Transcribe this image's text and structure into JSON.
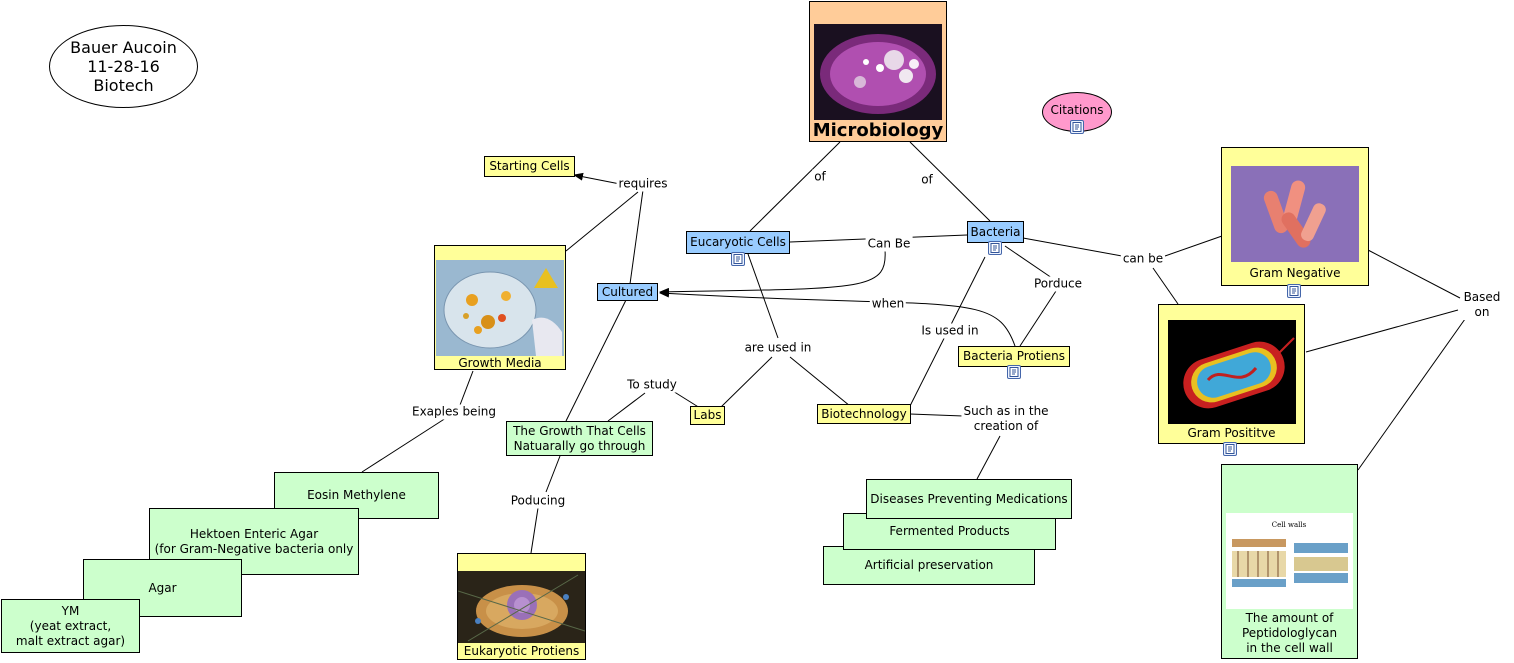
{
  "author_card": {
    "text": "Bauer Aucoin\n11-28-16\nBiotech"
  },
  "nodes": {
    "microbiology": "Microbiology",
    "citations": "Citations",
    "starting_cells": "Starting Cells",
    "growth_media": "Growth Media",
    "eucaryotic_cells": "Eucaryotic Cells",
    "bacteria": "Bacteria",
    "cultured": "Cultured",
    "gram_negative": "Gram Negative",
    "gram_positive": "Gram Posititve",
    "bacteria_protiens": "Bacteria Protiens",
    "labs": "Labs",
    "biotechnology": "Biotechnology",
    "growth_cells": "The Growth That Cells\nNatuarally go through",
    "eosin": "Eosin Methylene",
    "hektoen": "Hektoen Enteric Agar\n(for Gram-Negative bacteria only",
    "agar": "Agar",
    "ym": "YM\n(yeat extract,\nmalt extract agar)",
    "eukaryotic_protiens": "Eukaryotic Protiens",
    "diseases": "Diseases Preventing Medications",
    "fermented": "Fermented Products",
    "artificial": "Artificial preservation",
    "peptidoglycan": "The amount of\nPeptidologlycan\nin the cell wall",
    "cell_walls_caption": "Cell walls"
  },
  "link_labels": {
    "of_left": "of",
    "of_right": "of",
    "requires": "requires",
    "can_be_left": "Can Be",
    "can_be_right": "can be",
    "when": "when",
    "porduce": "Porduce",
    "is_used_in": "Is used in",
    "are_used_in": "are used in",
    "to_study": "To study",
    "exaples_being": "Exaples being",
    "poducing": "Poducing",
    "such_as": "Such as in the\ncreation of",
    "based_on": "Based on"
  },
  "icons": {
    "resource": "document-icon",
    "arrow": "arrowhead-icon"
  },
  "colors": {
    "yellow": "#ffff99",
    "blue": "#99ccff",
    "green": "#ccffcc",
    "orange": "#ffcc99",
    "pink": "#ff99cc"
  }
}
